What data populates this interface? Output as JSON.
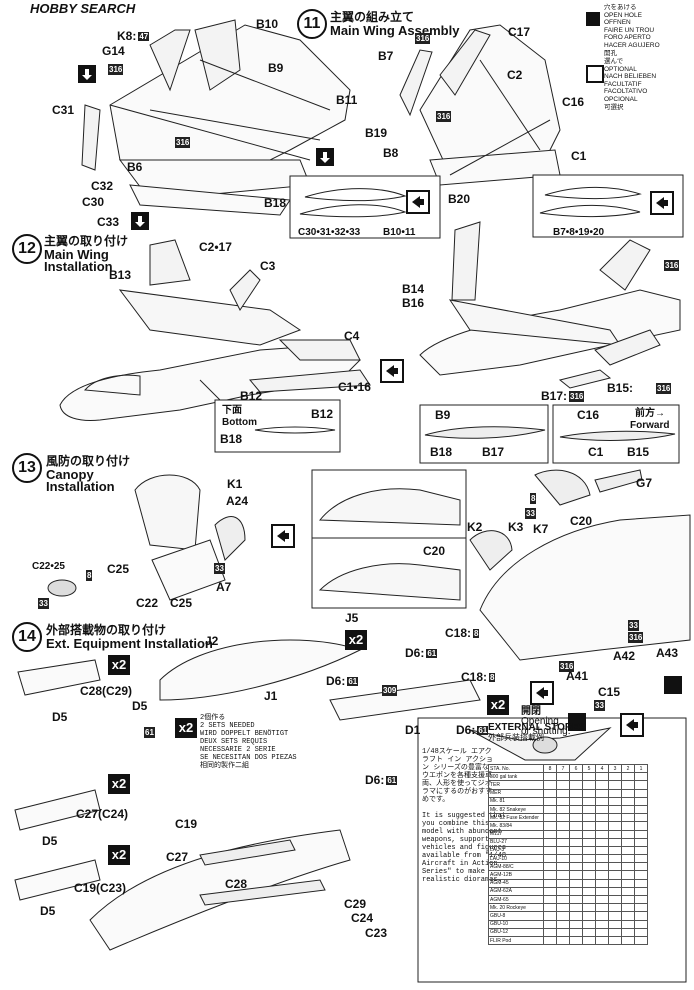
{
  "header": {
    "watermark": "HOBBY SEARCH",
    "k8_label": "K8:",
    "k8_value": "47"
  },
  "legend": {
    "open_hole": [
      "穴をあける",
      "OPEN HOLE",
      "OFFNEN",
      "FAIRE UN TROU",
      "FORO APERTO",
      "HACER AGUJERO",
      "開孔"
    ],
    "optional": [
      "選んで",
      "OPTIONAL",
      "NACH BELIEBEN",
      "FACULTATIF",
      "FACOLTATIVO",
      "OPCIONAL",
      "可選択"
    ]
  },
  "steps": {
    "s11": {
      "number": "11",
      "jp": "主翼の組み立て",
      "en": "Main Wing Assembly"
    },
    "s12": {
      "number": "12",
      "jp": "主翼の取り付け",
      "en1": "Main Wing",
      "en2": "Installation"
    },
    "s13": {
      "number": "13",
      "jp": "風防の取り付け",
      "en1": "Canopy",
      "en2": "Installation"
    },
    "s14": {
      "number": "14",
      "jp": "外部搭載物の取り付け",
      "en": "Ext. Equipment Installation"
    }
  },
  "labels": {
    "b10": "B10",
    "k8": "K8:",
    "g14": "G14",
    "b9": "B9",
    "c31": "C31",
    "b11": "B11",
    "b6": "B6",
    "c32": "C32",
    "c30": "C30",
    "c33": "C33",
    "b18": "B18",
    "box316": "316",
    "detail1": "C30•31•32•33",
    "detail2": "B10•11",
    "b7": "B7",
    "c17": "C17",
    "c2": "C2",
    "c16": "C16",
    "b19": "B19",
    "b8": "B8",
    "c1": "C1",
    "b20": "B20",
    "detail3": "B7•8•19•20",
    "c2_17": "C2•17",
    "b13": "B13",
    "c3": "C3",
    "c4": "C4",
    "c1_16": "C1•16",
    "b12": "B12",
    "bottom_jp": "下面",
    "bottom_en": "Bottom",
    "b12b": "B12",
    "b18b": "B18",
    "b14": "B14",
    "b16": "B16",
    "b17": "B17:",
    "b15": "B15:",
    "b9b": "B9",
    "b18c": "B18",
    "b17b": "B17",
    "c16b": "C16",
    "forward_jp": "前方→",
    "forward_en": "Forward",
    "c1b": "C1",
    "b15b": "B15",
    "k1": "K1",
    "a24": "A24",
    "c22_25": "C22•25",
    "c25": "C25",
    "c22": "C22",
    "c25b": "C25",
    "a7": "A7",
    "c20": "C20",
    "c20b": "C20",
    "g7": "G7",
    "k2": "K2",
    "k3": "K3",
    "k7": "K7",
    "c18": "C18:",
    "c18b": "C18:",
    "a42": "A42",
    "a43": "A43",
    "a41": "A41",
    "c15": "C15",
    "open_jp": "開閉",
    "open_en1": "Opening",
    "open_en2": "or shutting.",
    "j5": "J5",
    "j2": "J2",
    "j1": "J1",
    "d6a": "D6:",
    "d6b": "D6:",
    "d6c": "D6:",
    "d6d": "D6:",
    "d1": "D1",
    "box309": "309",
    "c28_29": "C28(C29)",
    "d5a": "D5",
    "d5b": "D5",
    "c27_24": "C27(C24)",
    "d5c": "D5",
    "c19_23": "C19(C23)",
    "d5d": "D5",
    "c19": "C19",
    "c27": "C27",
    "c28": "C28",
    "c29": "C29",
    "c24": "C24",
    "c23": "C23",
    "n33": "33",
    "n8": "8",
    "n61": "61",
    "n47": "47",
    "x2": "x2"
  },
  "twoset_note": [
    "2個作る",
    "2 SETS NEEDED",
    "WIRD DOPPELT BENÖTIGT",
    "DEUX SETS REQUIS",
    "NECESSARIE 2 SERIE",
    "SE NECESITAN DOS PIEZAS",
    "相同的製作二組"
  ],
  "jp_note": [
    "1/48スケール エアク",
    "ラフト イン アクショ",
    "ン シリーズの豊富な",
    "ウエポンを各種支援車",
    "両、人形を使ってジオ",
    "ラマにするのがおすす",
    "めです。"
  ],
  "en_note": [
    "It is suggested that",
    "you combine this",
    "model with abundant",
    "weapons, support",
    "vehicles and figures",
    "available from \"1/48",
    "Aircraft in Action",
    "Series\" to make",
    "realistic dioramas."
  ],
  "stores": {
    "title": "EXTERNAL STORES",
    "subtitle": "外部兵装搭載例",
    "header": [
      "STA. No.",
      "8",
      "7",
      "6",
      "5",
      "4",
      "3",
      "2",
      "1"
    ],
    "rows": [
      "300 gal tank",
      "TER",
      "MER",
      "Mk. 81",
      "Mk. 82 Snakeye",
      "Mk. 82 Fuse Extender",
      "Mk. 83/84",
      "M117",
      "BLU-27",
      "LAU-3",
      "LAU-10",
      "AGM-88/C",
      "AGM-12B",
      "AGM-45",
      "AGM-62A",
      "AGM-65",
      "Mk. 20 Rockeye",
      "GBU-8",
      "GBU-10",
      "GBU-12",
      "FLIR Pod"
    ]
  },
  "colors": {
    "ink": "#111111",
    "paper": "#ffffff",
    "boxfill": "#222222"
  }
}
